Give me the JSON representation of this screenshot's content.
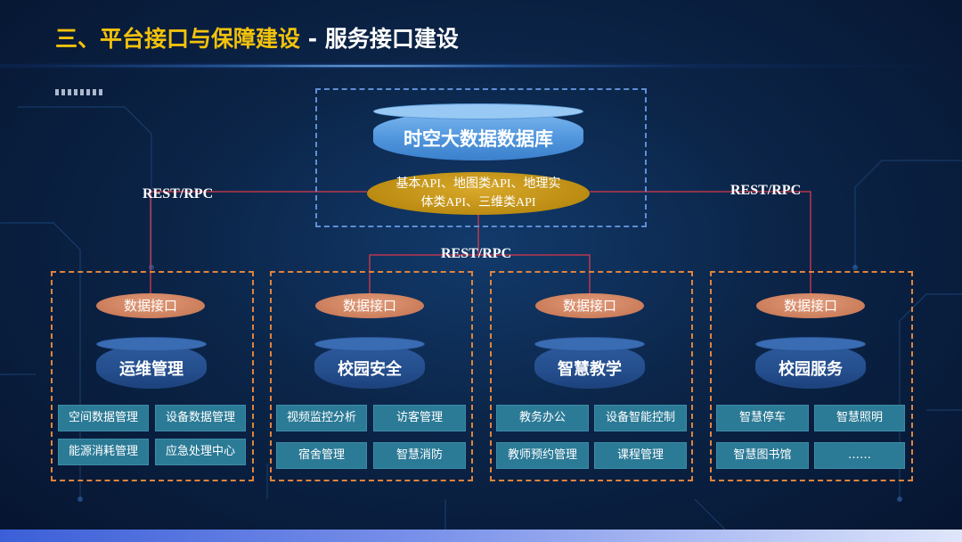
{
  "title": {
    "main": "三、平台接口与保障建设",
    "separator": " - ",
    "sub": "服务接口建设"
  },
  "top": {
    "database": "时空大数据数据库",
    "api_line1": "基本API、地图类API、地理实",
    "api_line2": "体类API、三维类API"
  },
  "protocols": {
    "left": "REST/RPC",
    "center": "REST/RPC",
    "right": "REST/RPC"
  },
  "groups": [
    {
      "interface": "数据接口",
      "name": "运维管理",
      "items": [
        "空间数据管理",
        "设备数据管理",
        "能源消耗管理",
        "应急处理中心"
      ]
    },
    {
      "interface": "数据接口",
      "name": "校园安全",
      "items": [
        "视频监控分析",
        "访客管理",
        "宿舍管理",
        "智慧消防"
      ]
    },
    {
      "interface": "数据接口",
      "name": "智慧教学",
      "items": [
        "教务办公",
        "设备智能控制",
        "教师预约管理",
        "课程管理"
      ]
    },
    {
      "interface": "数据接口",
      "name": "校园服务",
      "items": [
        "智慧停车",
        "智慧照明",
        "智慧图书馆",
        "……"
      ]
    }
  ],
  "colors": {
    "title_accent": "#f3c20c",
    "top_border": "#5d8fd4",
    "group_border": "#e0843c",
    "connector": "#d9384a",
    "api_fill": "#b98a10",
    "interface_fill": "#c97a58",
    "item_fill": "#2b7a96"
  }
}
